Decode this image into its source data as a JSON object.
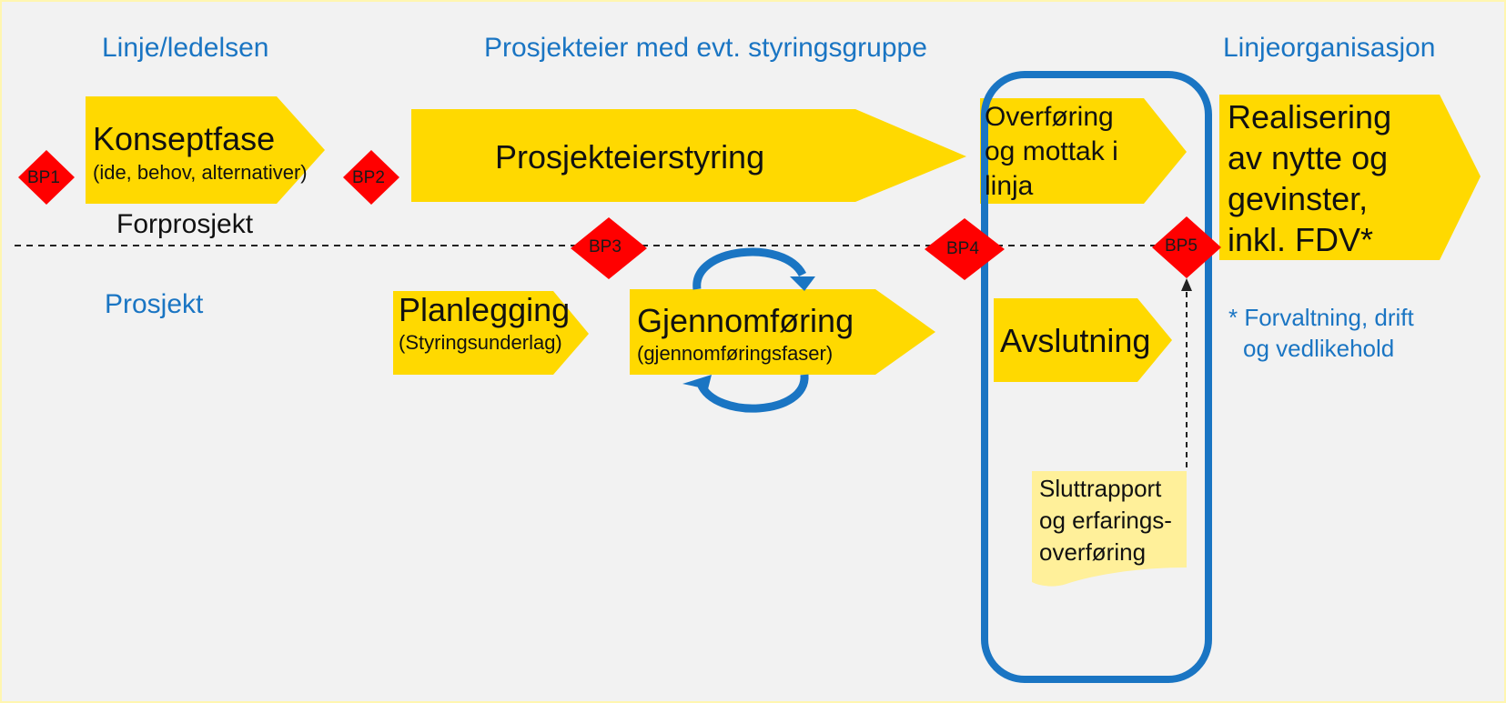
{
  "headers": {
    "line_management": "Linje/ledelsen",
    "project_owner": "Prosjekteier med evt. styringsgruppe",
    "line_org": "Linjeorganisasjon",
    "project": "Prosjekt"
  },
  "phases": {
    "concept_title": "Konseptfase",
    "concept_sub": "(ide, behov, alternativer)",
    "owner_control": "Prosjekteierstyring",
    "transfer": [
      "Overføring",
      "og mottak i",
      "linja"
    ],
    "realisation": [
      "Realisering",
      "av nytte og",
      "gevinster,",
      "inkl. FDV*"
    ],
    "planning_title": "Planlegging",
    "planning_sub": "(Styringsunderlag)",
    "execution_title": "Gjennomføring",
    "execution_sub": "(gjennomføringsfaser)",
    "closing": "Avslutning"
  },
  "preproject": "Forprosjekt",
  "footnote": [
    "* Forvaltning, drift",
    "og vedlikehold"
  ],
  "report": [
    "Sluttrapport",
    "og erfarings-",
    "overføring"
  ],
  "decision_points": [
    "BP1",
    "BP2",
    "BP3",
    "BP4",
    "BP5"
  ],
  "colors": {
    "phase_fill": "#ffd900",
    "report_fill": "#fff09a",
    "decision_fill": "#ff0000",
    "accent_blue": "#1a75c3",
    "background": "#f2f2f2"
  }
}
